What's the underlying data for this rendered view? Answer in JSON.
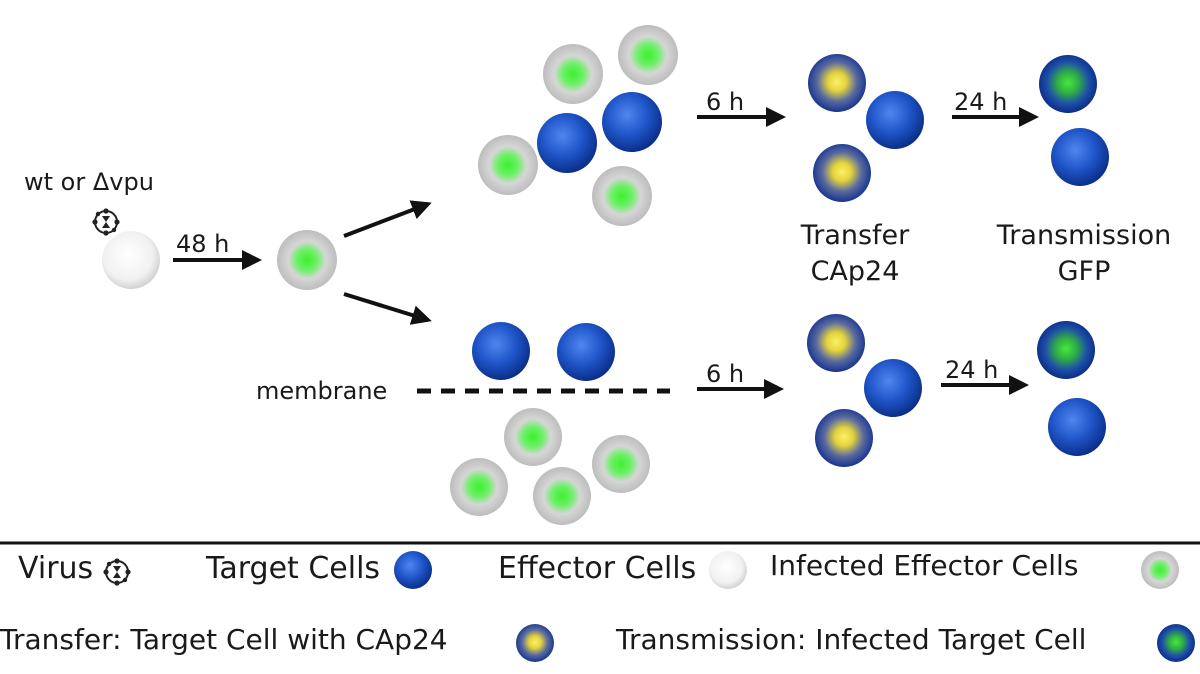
{
  "diagram": {
    "virus_label": "wt or Δvpu",
    "time_48h": "48 h",
    "time_top_6h": "6 h",
    "time_top_24h": "24 h",
    "time_bottom_6h": "6 h",
    "time_bottom_24h": "24 h",
    "membrane_label": "membrane",
    "transfer_label_line1": "Transfer",
    "transfer_label_line2": "CAp24",
    "transmission_label_line1": "Transmission",
    "transmission_label_line2": "GFP"
  },
  "legend": {
    "virus": "Virus",
    "target_cells": "Target Cells",
    "effector_cells": "Effector Cells",
    "infected_effector_cells": "Infected Effector Cells",
    "transfer": "Transfer: Target Cell with CAp24",
    "transmission": "Transmission: Infected Target Cell"
  },
  "colors": {
    "target_cell": "#1f55c8",
    "target_cell_dark": "#0b2f8a",
    "effector_cell": "#e4e4e4",
    "infected_green": "#3df02e",
    "transfer_yellow": "#f0e23c",
    "transmission_green": "#35d22c",
    "arrow": "#111111"
  },
  "icons": {
    "virus": "virus-icon",
    "target": "target-cell-icon",
    "effector": "effector-cell-icon",
    "infected": "infected-effector-cell-icon",
    "transfer": "transfer-cell-icon",
    "transmission": "transmission-cell-icon"
  }
}
